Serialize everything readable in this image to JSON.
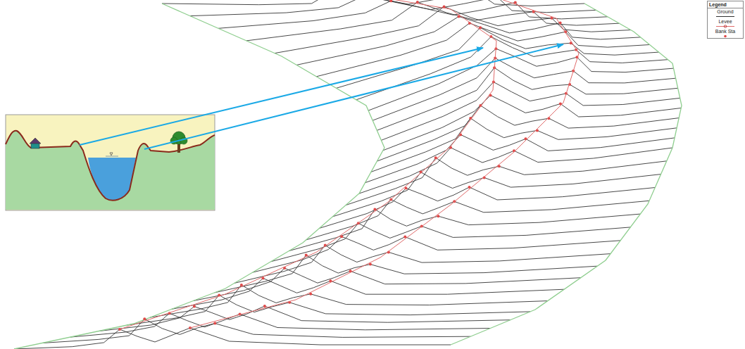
{
  "diagram": {
    "labels": [
      "Legend"
    ],
    "legend": [
      {
        "text": "Ground"
      },
      {
        "text": "Levee"
      },
      {
        "text": "Bank Sta"
      }
    ]
  }
}
